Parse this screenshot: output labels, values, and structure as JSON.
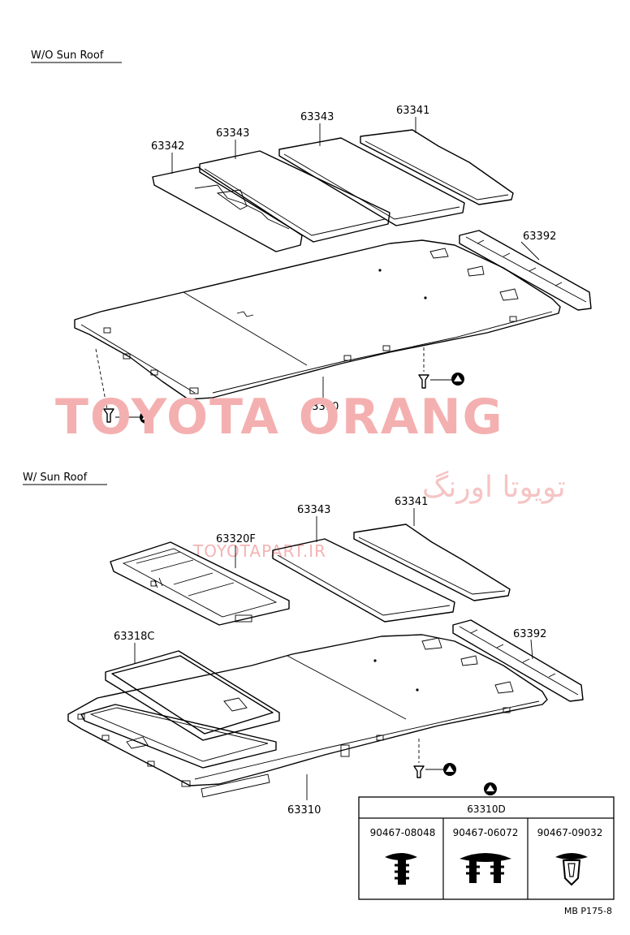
{
  "sections": {
    "without_sunroof": "W/O Sun Roof",
    "with_sunroof": "W/ Sun Roof"
  },
  "parts_top": {
    "p63342": "63342",
    "p63343_a": "63343",
    "p63343_b": "63343",
    "p63341": "63341",
    "p63392": "63392",
    "p63310": "63310"
  },
  "parts_bottom": {
    "p63343": "63343",
    "p63341": "63341",
    "p63320f": "63320F",
    "p63318c": "63318C",
    "p63392": "63392",
    "p63310": "63310"
  },
  "clip_table": {
    "header": "63310D",
    "columns": [
      "90467-08048",
      "90467-06072",
      "90467-09032"
    ]
  },
  "watermark": {
    "brand": "TOYOTA ORANG",
    "brand_fa": "تویوتا اورنگ",
    "site": "TOYOTAPART.IR"
  },
  "footer_code": "MB P175-8",
  "icons": {
    "clip_marker": "filled-triangle-in-circle-icon",
    "clip_part": "push-clip-fastener-icon"
  }
}
